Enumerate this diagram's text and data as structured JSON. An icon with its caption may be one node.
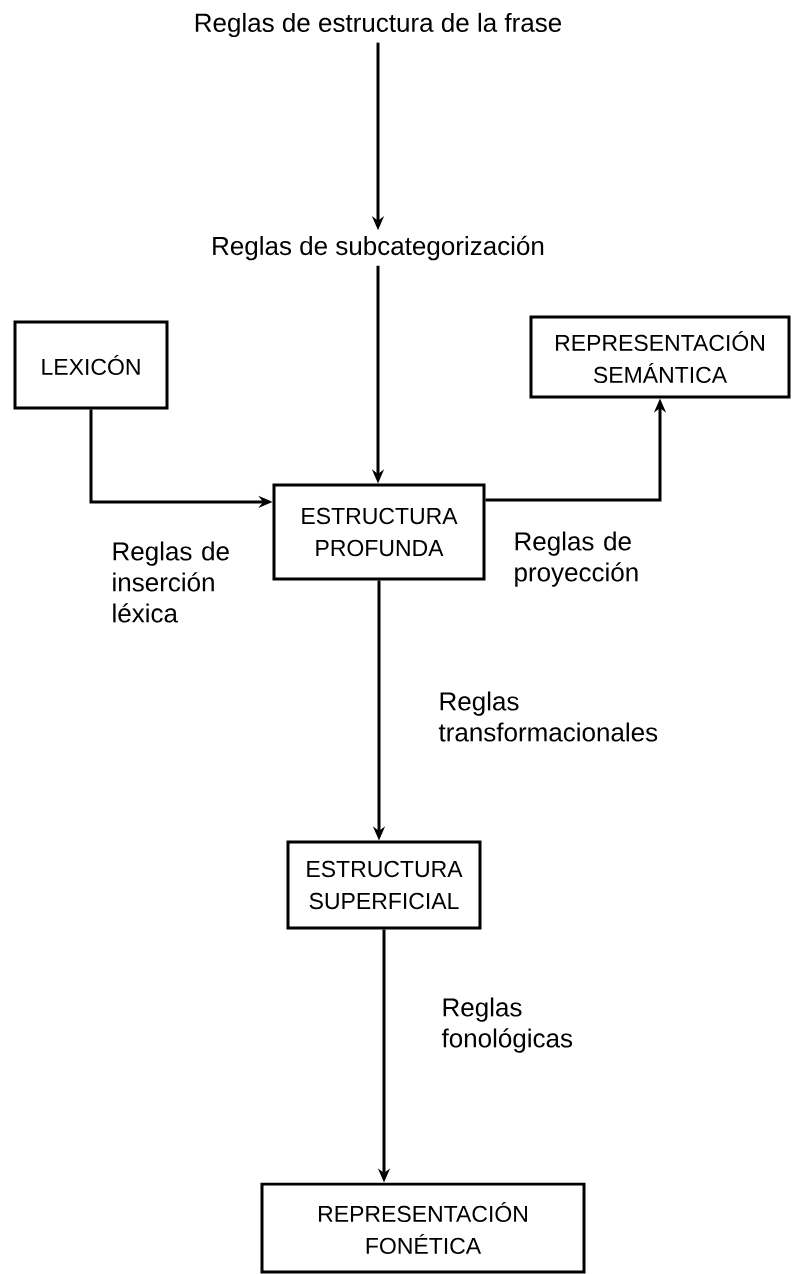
{
  "diagram": {
    "nodes": [
      {
        "text": [
          "Reglas de estructura de la frase"
        ]
      },
      {
        "text": [
          "Reglas de subcategorización"
        ]
      },
      {
        "text": [
          "LEXICÓN"
        ]
      },
      {
        "text": [
          "REPRESENTACIÓN SEMÁNTICA"
        ]
      },
      {
        "text": [
          "ESTRUCTURA PROFUNDA"
        ]
      },
      {
        "text": [
          "ESTRUCTURA SUPERFICIAL"
        ]
      },
      {
        "text": [
          "REPRESENTACIÓN FONÉTICA"
        ]
      }
    ],
    "edges": [
      {
        "from": 0,
        "to": 1,
        "arrow": "to"
      },
      {
        "from": 1,
        "to": 4,
        "arrow": "to"
      },
      {
        "from": 2,
        "to": 4,
        "arrow": "to",
        "label": "Reglas de inserción léxica"
      },
      {
        "from": 4,
        "to": 3,
        "arrow": "to",
        "label": "Reglas de proyección"
      },
      {
        "from": 4,
        "to": 5,
        "arrow": "to",
        "label": "Reglas transformacionales"
      },
      {
        "from": 5,
        "to": 6,
        "arrow": "to",
        "label": "Reglas fonológicas"
      }
    ]
  }
}
